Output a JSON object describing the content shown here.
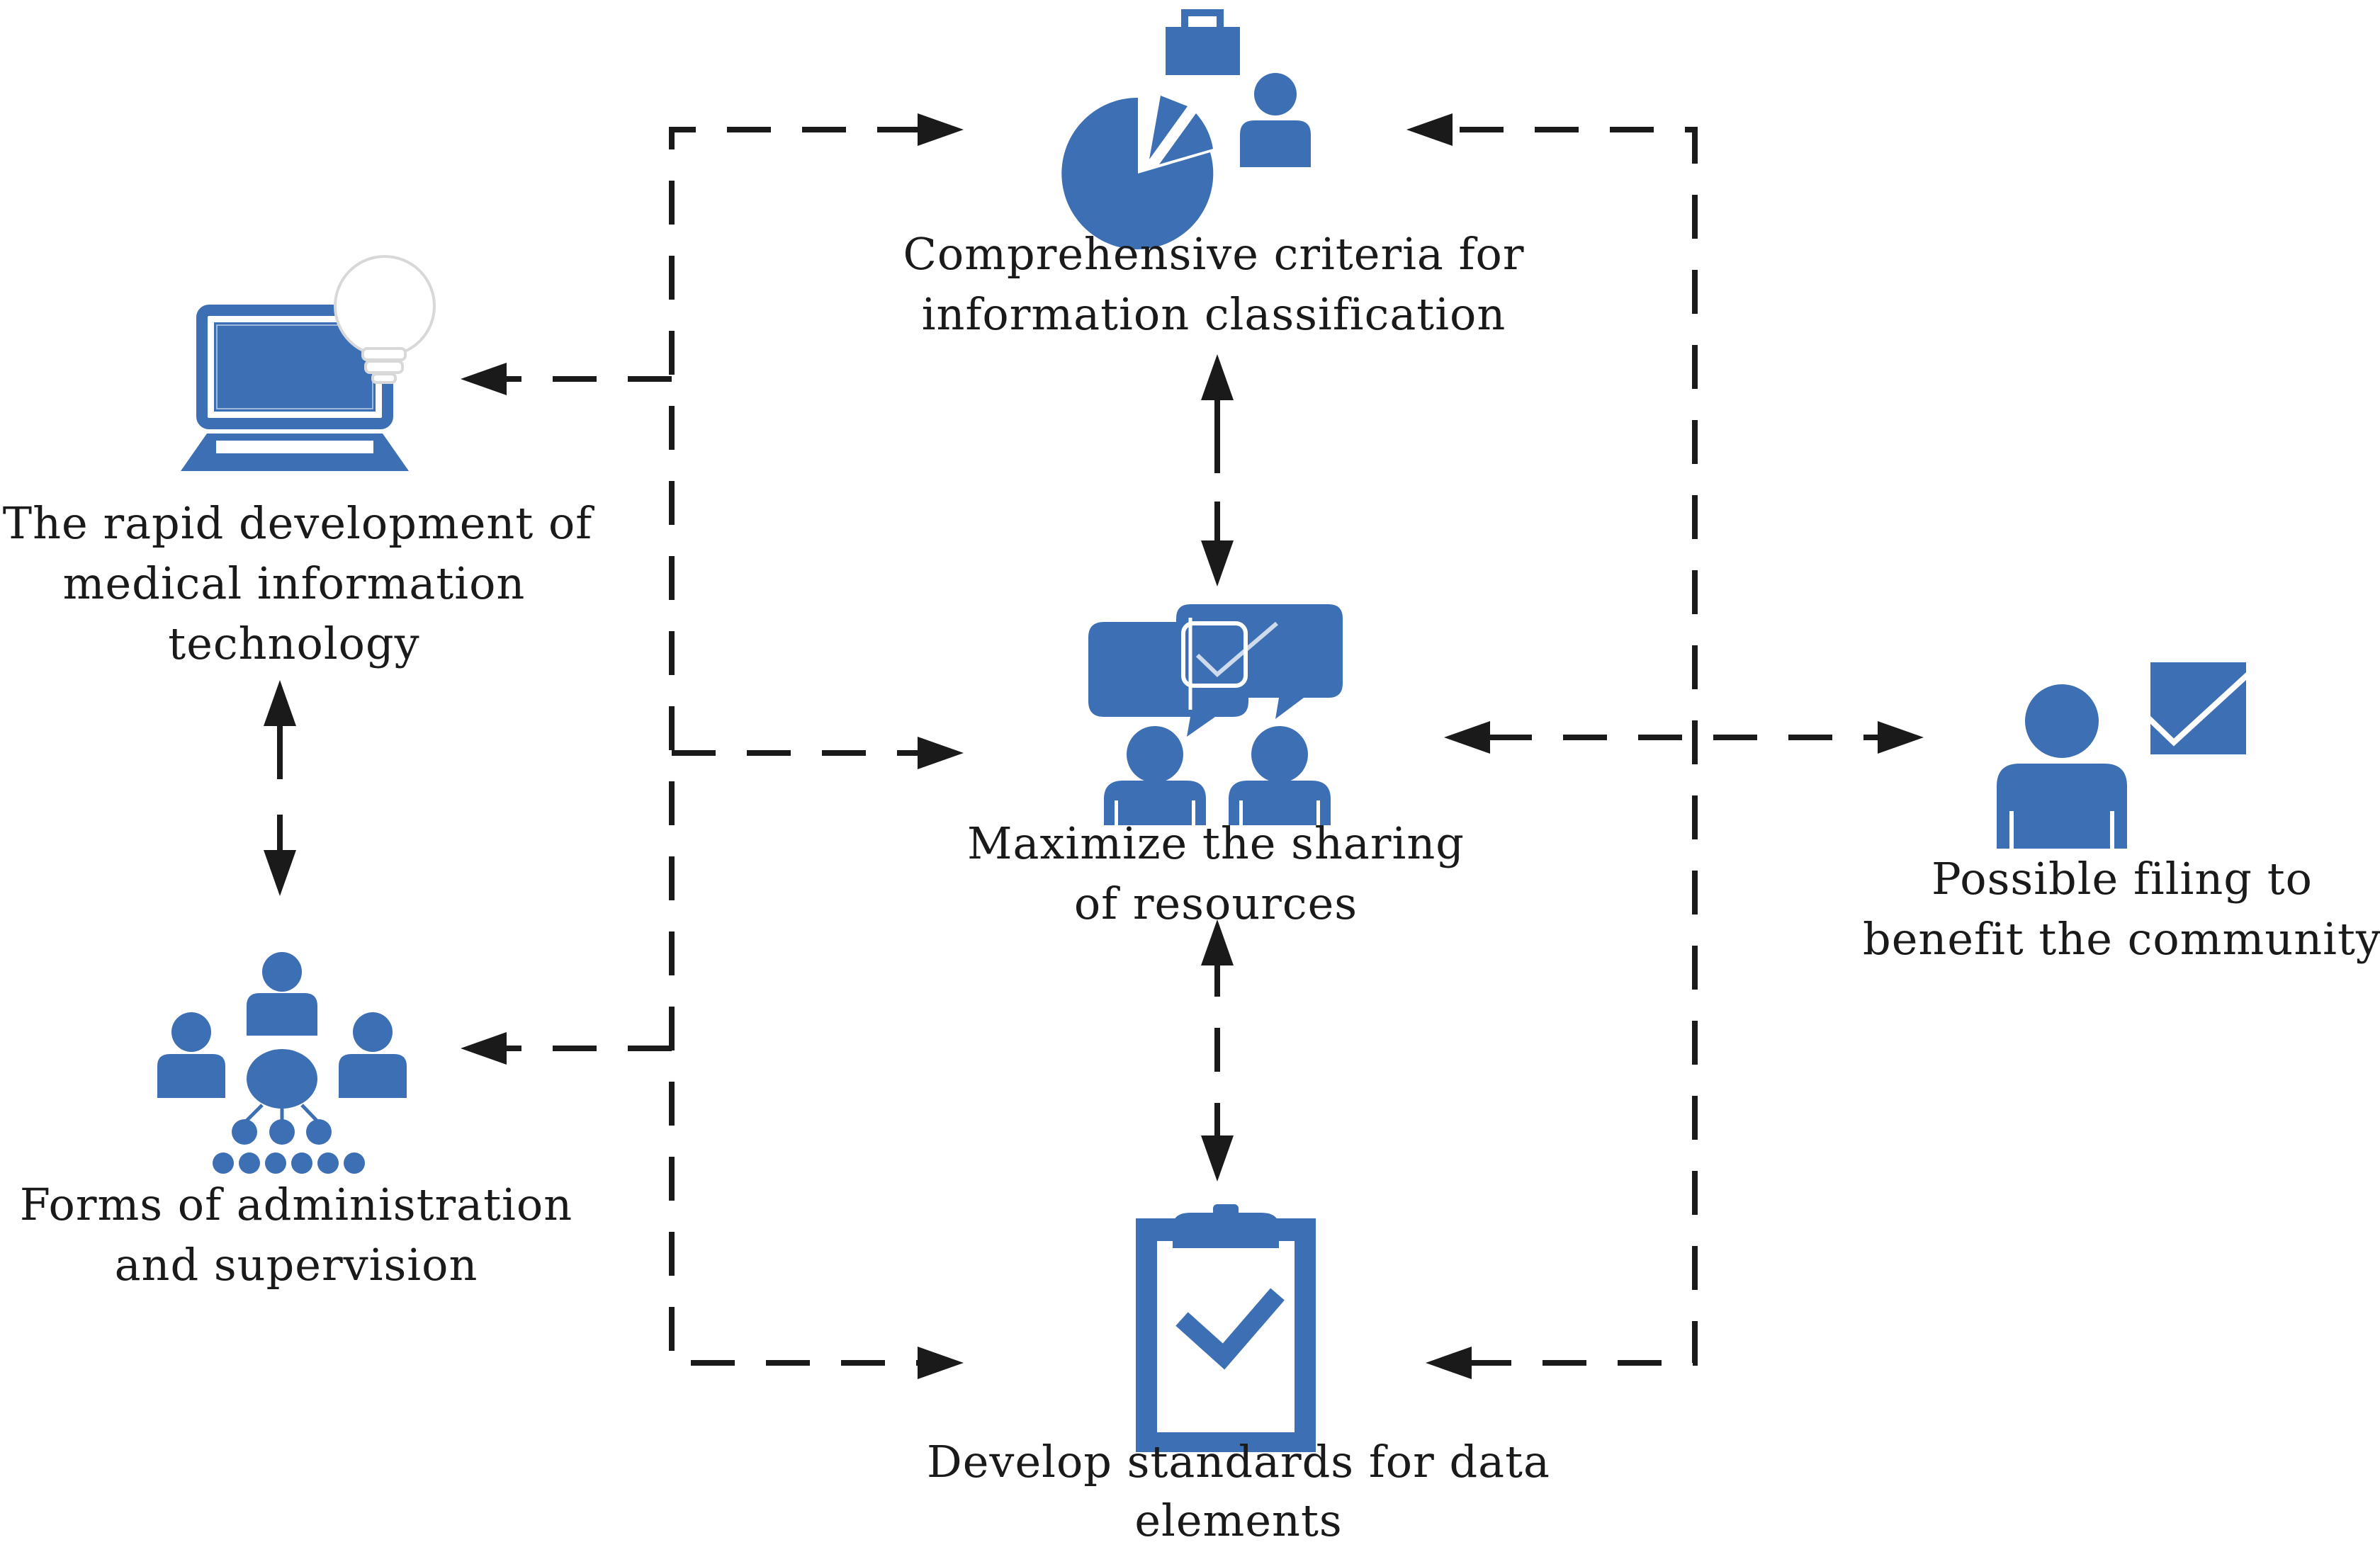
{
  "colors": {
    "icon_blue": "#3d6fb5",
    "line": "#1a1a1a",
    "background": "#ffffff"
  },
  "nodes": {
    "criteria": {
      "icon": "pie-chart-person-icon",
      "lines": [
        "Comprehensive criteria for",
        "information classification"
      ]
    },
    "technology": {
      "icon": "laptop-lightbulb-icon",
      "lines": [
        "The rapid development of",
        "medical information",
        "technology"
      ]
    },
    "sharing": {
      "icon": "chat-people-icon",
      "lines": [
        "Maximize the sharing",
        "of resources"
      ]
    },
    "filing": {
      "icon": "person-check-icon",
      "lines": [
        "Possible filing to",
        "benefit the community"
      ]
    },
    "administration": {
      "icon": "org-hierarchy-icon",
      "lines": [
        "Forms of administration",
        "and supervision"
      ]
    },
    "standards": {
      "icon": "clipboard-check-icon",
      "lines": [
        "Develop standards for data",
        "elements"
      ]
    }
  }
}
